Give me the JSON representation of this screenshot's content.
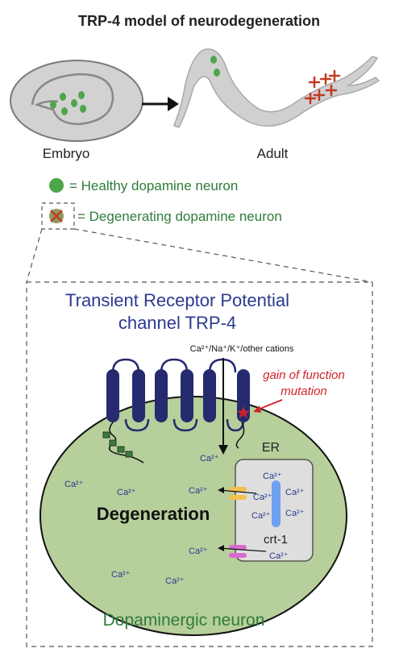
{
  "title": "TRP-4 model of neurodegeneration",
  "stages": {
    "embryo_label": "Embryo",
    "adult_label": "Adult"
  },
  "legend": {
    "healthy": "= Healthy dopamine neuron",
    "degenerating": "= Degenerating dopamine neuron"
  },
  "inset": {
    "title_line1": "Transient Receptor Potential",
    "title_line2": "channel TRP-4",
    "cations_label": "Ca²⁺/Na⁺/K⁺/other cations",
    "mutation_label_line1": "gain of function",
    "mutation_label_line2": "mutation",
    "er_label": "ER",
    "crt1_label": "crt-1",
    "degeneration_label": "Degeneration",
    "neuron_label": "Dopaminergic neuron",
    "calcium_label": "Ca²⁺"
  },
  "colors": {
    "healthy_neuron": "#4ea64a",
    "degenerating_marker": "#c23b22",
    "channel": "#262a6e",
    "title_blue": "#2b3a8f",
    "neuron_green": "#2e7d3a",
    "cell_fill": "#b7cf9b",
    "er_fill": "#dedede",
    "mutation_red": "#d1222b",
    "crt1_blue": "#6f9ff0",
    "pore_yellow": "#f2c14e",
    "pore_magenta": "#d96ad0",
    "worm_gray": "#d0d0d0"
  }
}
